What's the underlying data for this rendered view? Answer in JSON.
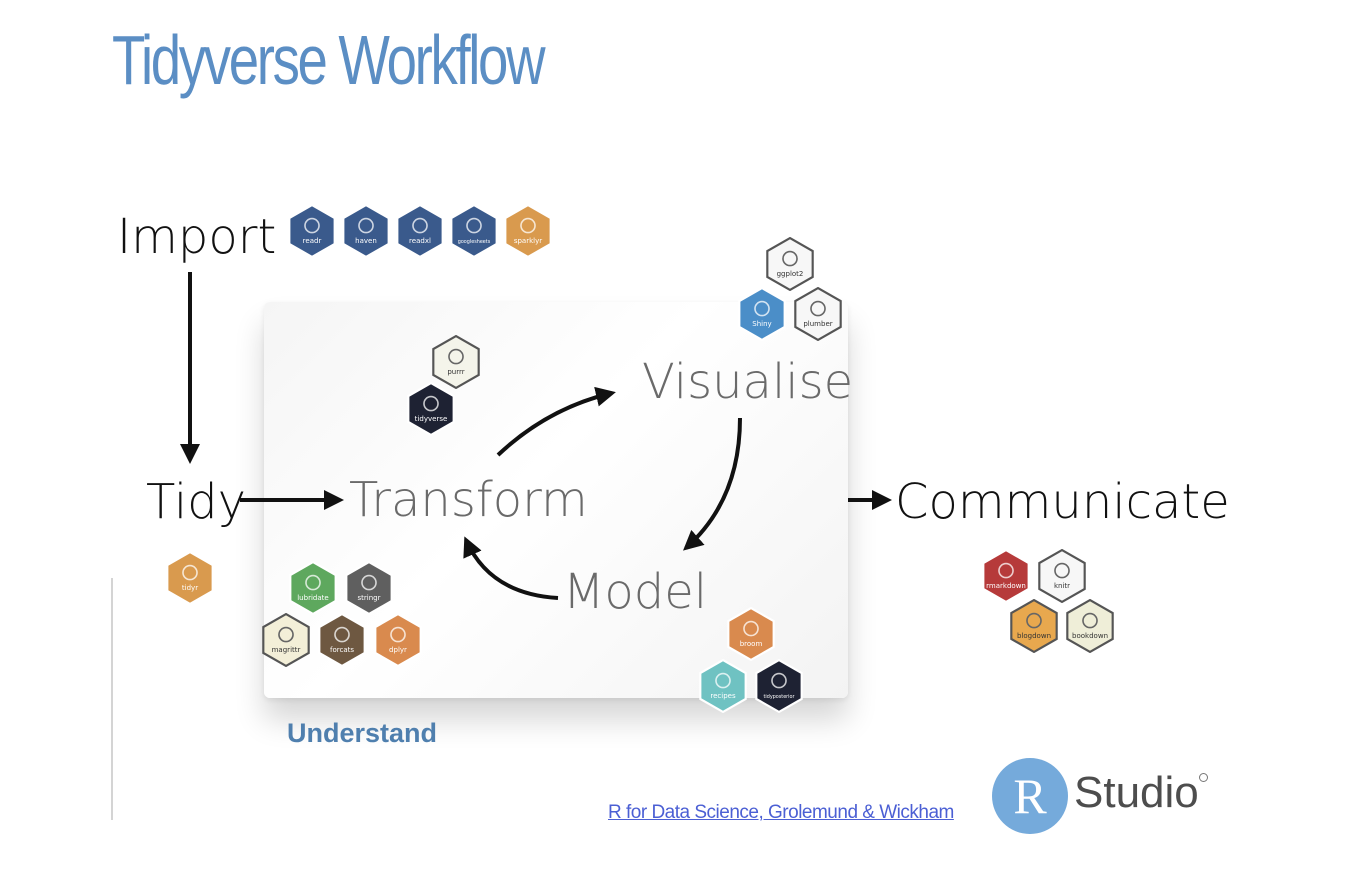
{
  "title": "Tidyverse Workflow",
  "stages": {
    "import": "Import",
    "tidy": "Tidy",
    "transform": "Transform",
    "visualise": "Visualise",
    "model": "Model",
    "communicate": "Communicate"
  },
  "understand_label": "Understand",
  "citation": "R for Data Science, Grolemund & Wickham",
  "logo": {
    "letter": "R",
    "word": "Studio"
  },
  "packages": {
    "import": [
      {
        "name": "readr",
        "color": "#3a5a8c",
        "icon": "file-icon"
      },
      {
        "name": "haven",
        "color": "#3a5a8c",
        "icon": "lighthouse-icon"
      },
      {
        "name": "readxl",
        "color": "#3a5a8c",
        "icon": "test-tube-icon"
      },
      {
        "name": "googlesheets",
        "color": "#3a5a8c",
        "icon": "grass-icon"
      },
      {
        "name": "sparklyr",
        "color": "#d99a4e",
        "icon": "star-icon"
      }
    ],
    "tidy": [
      {
        "name": "tidyr",
        "color": "#d99a4e",
        "icon": "tidy-table-icon"
      }
    ],
    "transform_top": [
      {
        "name": "purrr",
        "color": "#f4f4ea",
        "icon": "cat-icon"
      },
      {
        "name": "tidyverse",
        "color": "#1e2233",
        "icon": "stars-icon"
      }
    ],
    "transform_bottom": [
      {
        "name": "lubridate",
        "color": "#5ea85e",
        "icon": "calendar-icon"
      },
      {
        "name": "stringr",
        "color": "#5f5f5f",
        "icon": "violin-icon"
      },
      {
        "name": "magrittr",
        "color": "#f3efd8",
        "icon": "pipe-icon"
      },
      {
        "name": "forcats",
        "color": "#6e5841",
        "icon": "cats-icon"
      },
      {
        "name": "dplyr",
        "color": "#d98a4e",
        "icon": "pliers-icon"
      }
    ],
    "visualise": [
      {
        "name": "ggplot2",
        "color": "#f7f7f7",
        "icon": "line-plot-icon"
      },
      {
        "name": "Shiny",
        "color": "#4b8ec8",
        "icon": "shiny-icon"
      },
      {
        "name": "plumber",
        "color": "#f7f7f7",
        "icon": "plumber-icon"
      }
    ],
    "model": [
      {
        "name": "broom",
        "color": "#d98a4e",
        "icon": "broom-icon"
      },
      {
        "name": "recipes",
        "color": "#6fc2c2",
        "icon": "cupcake-icon"
      },
      {
        "name": "tidyposterior",
        "color": "#1e2233",
        "icon": "distribution-icon"
      }
    ],
    "communicate": [
      {
        "name": "rmarkdown",
        "color": "#b63a3a",
        "icon": "quill-icon"
      },
      {
        "name": "knitr",
        "color": "#f7f7f7",
        "icon": "yarn-icon"
      },
      {
        "name": "blogdown",
        "color": "#e8a84e",
        "icon": "pen-icon"
      },
      {
        "name": "bookdown",
        "color": "#efeed8",
        "icon": "book-icon"
      }
    ]
  },
  "colors": {
    "title": "#5b8ec4",
    "stage_dark": "#111111",
    "stage_muted": "#6a6a6a",
    "understand": "#4f7fae",
    "citation": "#4b5fd4",
    "rstudio_blue": "#75aadb"
  }
}
